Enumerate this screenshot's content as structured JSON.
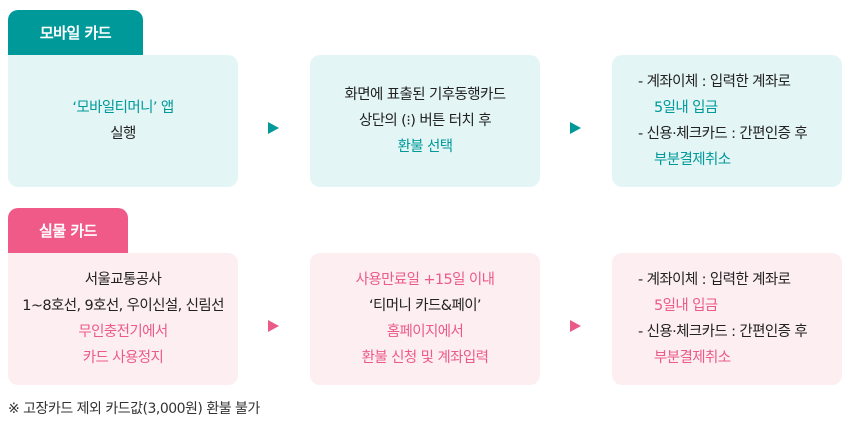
{
  "mobile": {
    "tab_label": "모바일 카드",
    "color": "#00999a",
    "bg": "#e4f5f5",
    "step1": {
      "line1": "‘모바일티머니’ 앱",
      "line2": "실행"
    },
    "step2": {
      "line1": "화면에 표출된 기후동행카드",
      "line2": "상단의 (⁝) 버튼 터치 후",
      "line3": "환불 선택"
    },
    "step3": {
      "item1": "- 계좌이체 : 입력한 계좌로",
      "item1_highlight": "5일내 입금",
      "item2": "- 신용·체크카드 : 간편인증 후",
      "item2_highlight": "부분결제취소"
    }
  },
  "physical": {
    "tab_label": "실물 카드",
    "color": "#f05a88",
    "bg": "#fdeef2",
    "step1": {
      "line1": "서울교통공사",
      "line2": "1~8호선, 9호선, 우이신설, 신림선",
      "line3": "무인충전기에서",
      "line4": "카드 사용정지"
    },
    "step2": {
      "line1": "사용만료일 +15일 이내",
      "line2": "‘티머니 카드&페이’",
      "line3": "홈페이지에서",
      "line4": "환불 신청 및 계좌입력"
    },
    "step3": {
      "item1": "- 계좌이체 : 입력한 계좌로",
      "item1_highlight": "5일내 입금",
      "item2": "- 신용·체크카드 : 간편인증 후",
      "item2_highlight": "부분결제취소"
    }
  },
  "icons": {
    "arrow": "triangle-right"
  },
  "footnote": "※ 고장카드 제외 카드값(3,000원) 환불 불가"
}
